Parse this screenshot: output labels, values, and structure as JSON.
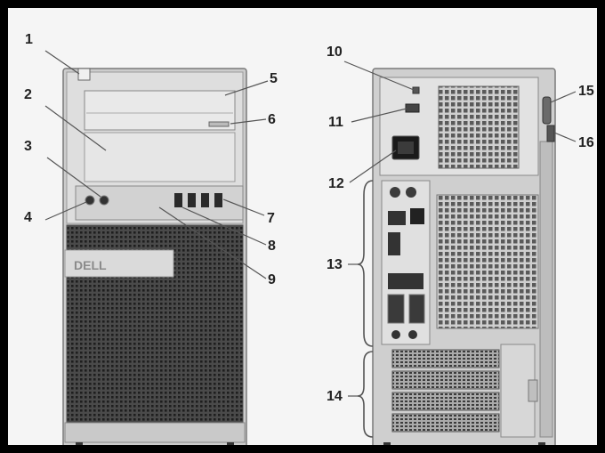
{
  "callouts": {
    "c1": "1",
    "c2": "2",
    "c3": "3",
    "c4": "4",
    "c5": "5",
    "c6": "6",
    "c7": "7",
    "c8": "8",
    "c9": "9",
    "c10": "10",
    "c11": "11",
    "c12": "12",
    "c13": "13",
    "c14": "14",
    "c15": "15",
    "c16": "16"
  },
  "front_panel": {
    "logo_text": "DELL"
  },
  "colors": {
    "border": "#000000",
    "case_light": "#d9d9d9",
    "case_dark": "#3a3a3a",
    "leader_line": "#555555"
  }
}
